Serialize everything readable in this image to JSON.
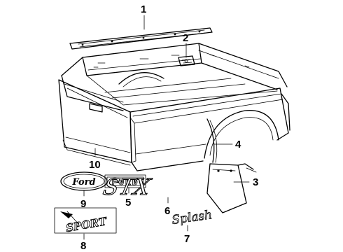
{
  "diagram": {
    "callouts": [
      {
        "id": "1",
        "label": "1"
      },
      {
        "id": "2",
        "label": "2"
      },
      {
        "id": "3",
        "label": "3"
      },
      {
        "id": "4",
        "label": "4"
      },
      {
        "id": "5",
        "label": "5"
      },
      {
        "id": "6",
        "label": "6"
      },
      {
        "id": "7",
        "label": "7"
      },
      {
        "id": "8",
        "label": "8"
      },
      {
        "id": "9",
        "label": "9"
      },
      {
        "id": "10",
        "label": "10"
      }
    ],
    "emblems": {
      "ford_oval": "Ford",
      "ford_letters": "FORD",
      "stx": "STX",
      "splash": "Splash",
      "sport": "SPORT"
    }
  }
}
